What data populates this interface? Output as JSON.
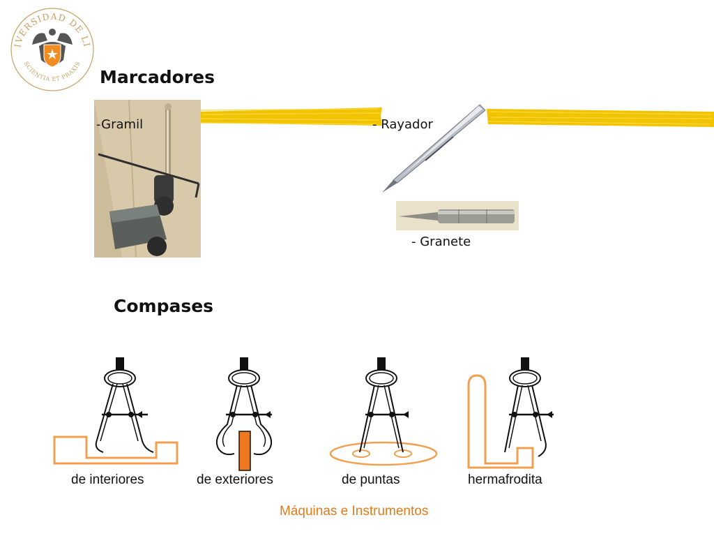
{
  "logo": {
    "arc_top": "UNIVERSIDAD DE LIMA",
    "arc_bottom": "SCIENTIA ET PRAXIS"
  },
  "sections": {
    "markers_title": "Marcadores",
    "compasses_title": "Compases"
  },
  "markers": {
    "gramil_label": "-Gramil",
    "rayador_label": "- Rayador",
    "granete_label": "- Granete"
  },
  "compasses": [
    {
      "label": "de interiores"
    },
    {
      "label": "de exteriores"
    },
    {
      "label": "de puntas"
    },
    {
      "label": "hermafrodita"
    }
  ],
  "footer": "Máquinas e Instrumentos",
  "colors": {
    "orange_outline": "#f0a050",
    "orange_fill": "#f07820",
    "highlighter": "#f2c400",
    "footer_text": "#e07b1a",
    "logo_gold": "#c8a064"
  }
}
